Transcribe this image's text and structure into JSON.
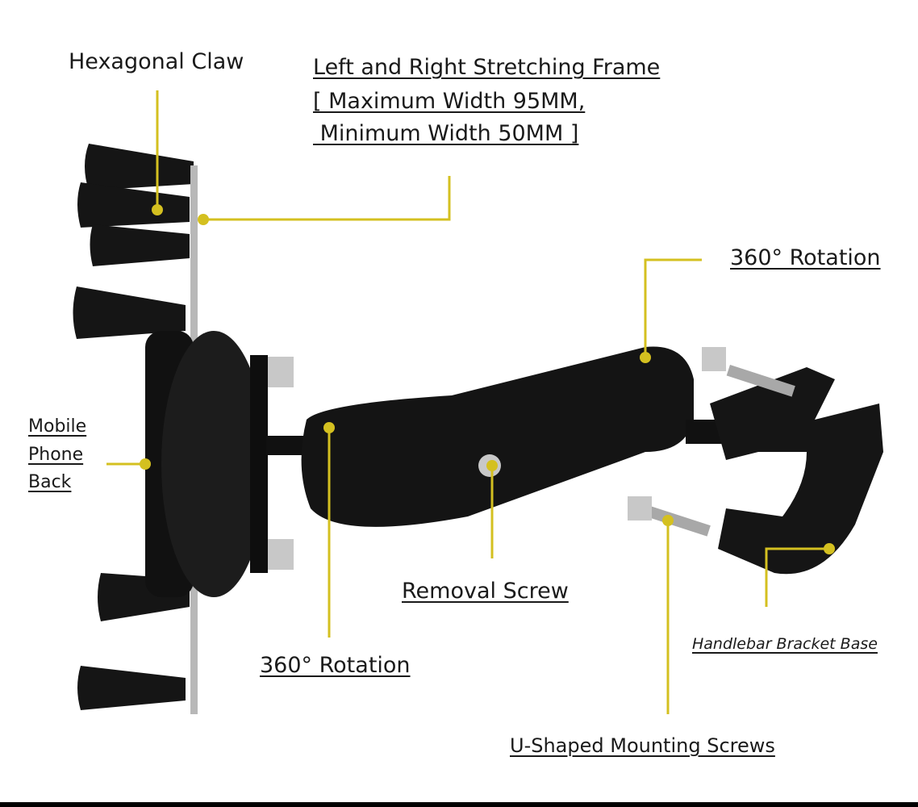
{
  "labels": {
    "hex_claw": "Hexagonal Claw",
    "frame_line1": "Left and Right Stretching Frame",
    "frame_line2": "[ Maximum Width 95MM,",
    "frame_line3": " Minimum Width 50MM ]",
    "rotation_top": "360° Rotation",
    "phone_back_1": "Mobile",
    "phone_back_2": "Phone",
    "phone_back_3": "Back",
    "removal_screw": "Removal Screw",
    "rotation_bottom": "360° Rotation",
    "bracket_base": "Handlebar Bracket Base",
    "u_screws": "U-Shaped Mounting Screws"
  },
  "colors": {
    "leader": "#d4c020",
    "product": "#111111"
  }
}
